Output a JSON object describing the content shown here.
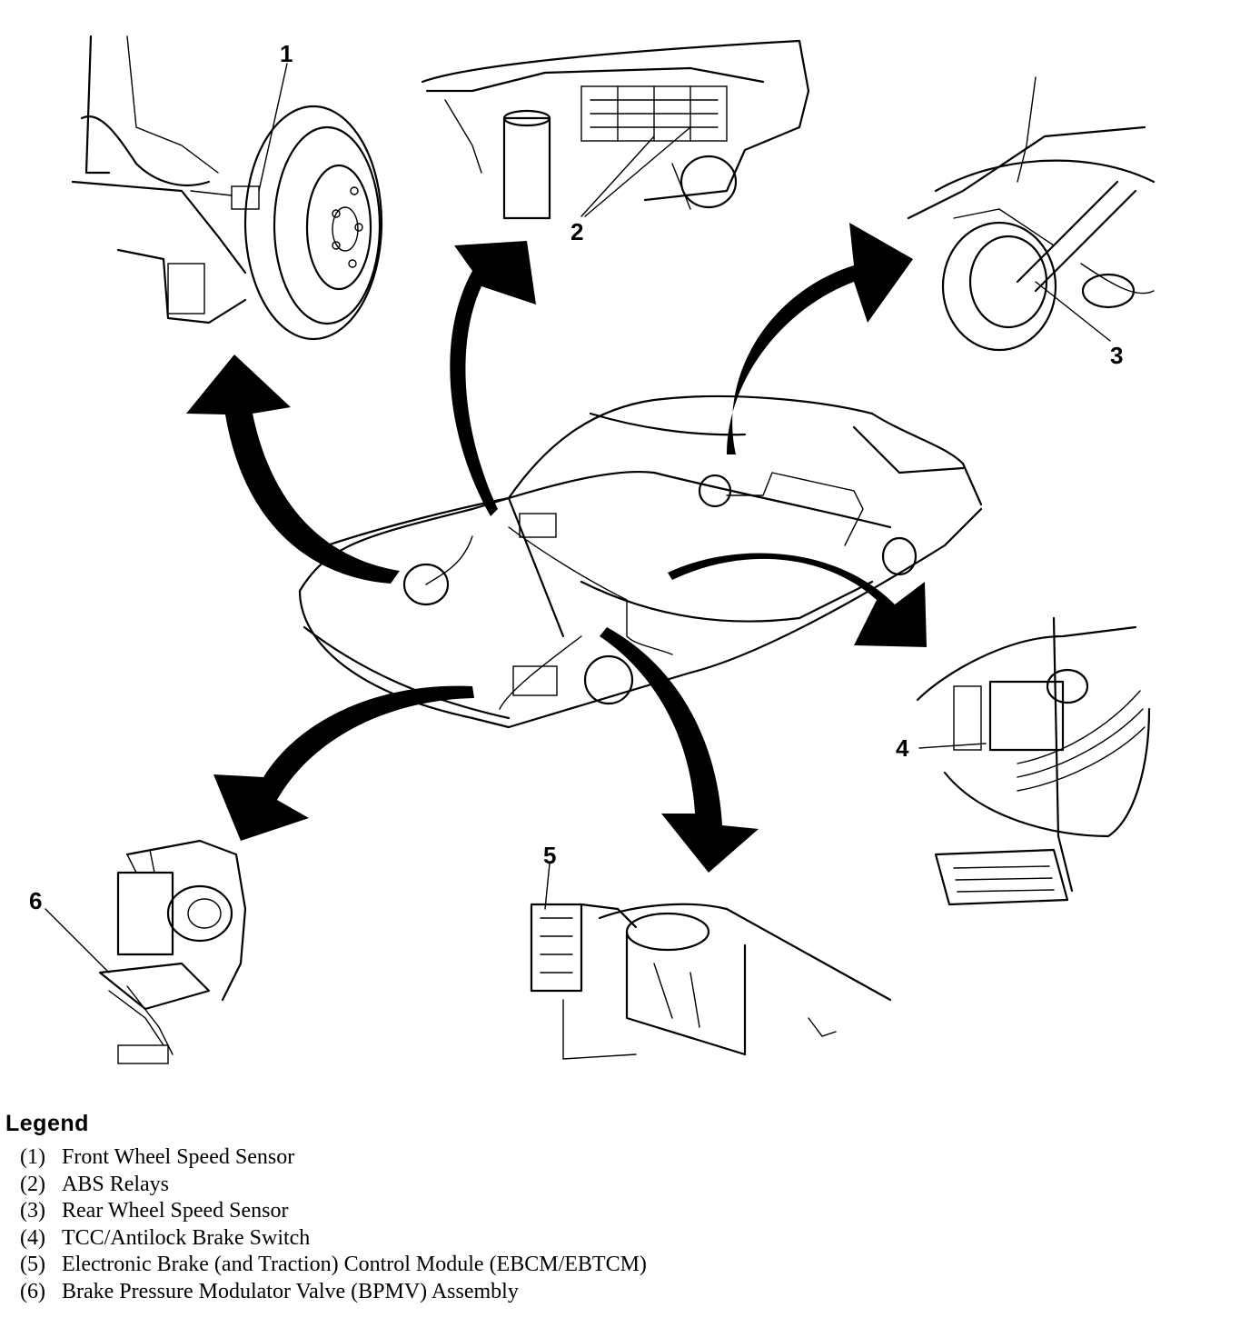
{
  "callouts": {
    "c1": "1",
    "c2": "2",
    "c3": "3",
    "c4": "4",
    "c5": "5",
    "c6": "6"
  },
  "legend": {
    "title": "Legend",
    "items": [
      {
        "num": "(1)",
        "text": "Front Wheel Speed Sensor"
      },
      {
        "num": "(2)",
        "text": "ABS Relays"
      },
      {
        "num": "(3)",
        "text": "Rear Wheel Speed Sensor"
      },
      {
        "num": "(4)",
        "text": "TCC/Antilock Brake Switch"
      },
      {
        "num": "(5)",
        "text": "Electronic Brake (and Traction) Control Module (EBCM/EBTCM)"
      },
      {
        "num": "(6)",
        "text": "Brake Pressure Modulator Valve (BPMV) Assembly"
      }
    ]
  },
  "colors": {
    "ink": "#000000",
    "paper": "#ffffff"
  }
}
